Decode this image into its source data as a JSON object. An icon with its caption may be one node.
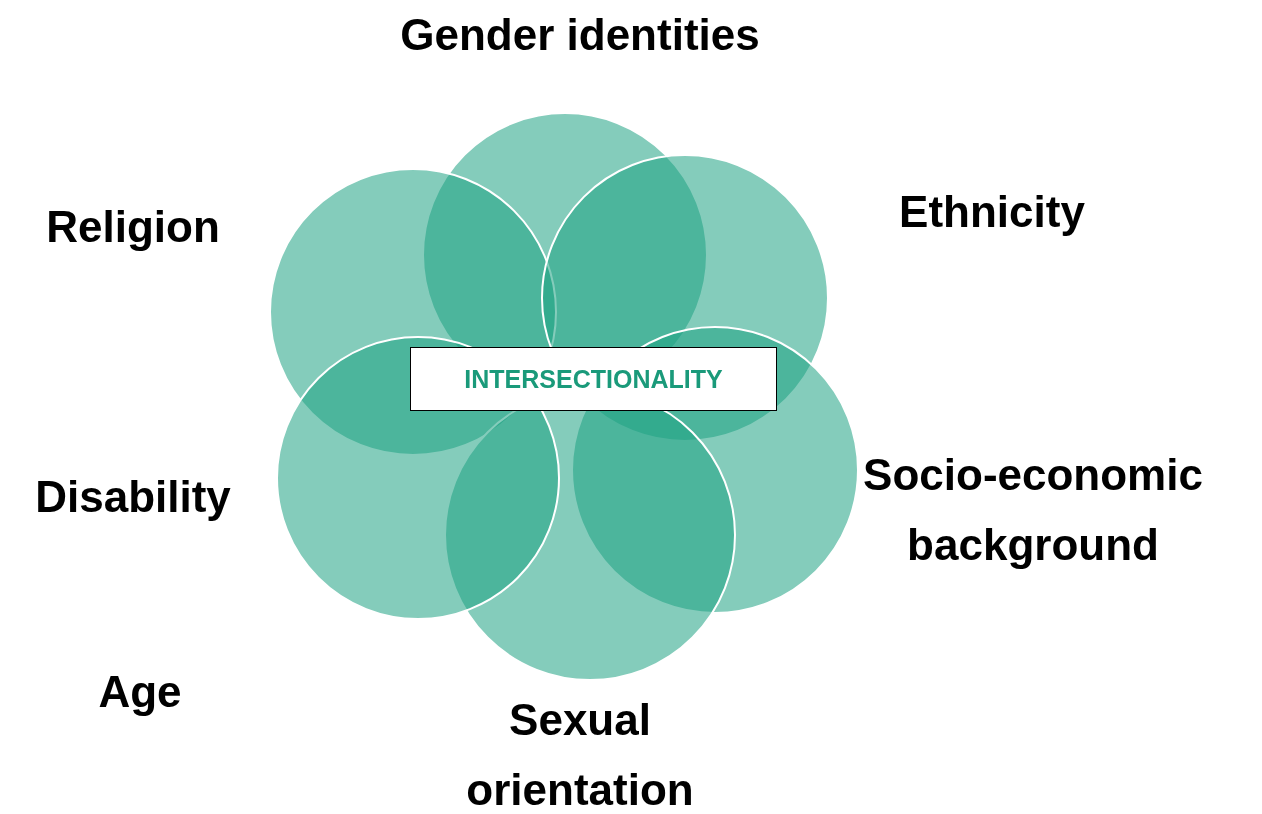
{
  "diagram": {
    "nodes": [
      {
        "text": [
          "INTERSECTIONALITY"
        ]
      }
    ],
    "labels": [
      "Gender identities",
      "Religion",
      "Ethnicity",
      "Disability",
      "Socio-economic background",
      "Age",
      "Sexual orientation"
    ]
  }
}
